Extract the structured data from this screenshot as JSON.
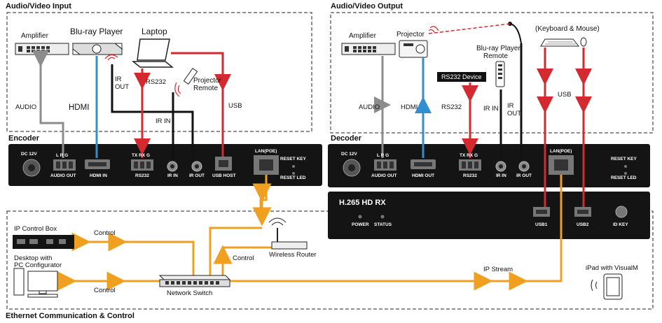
{
  "sections": {
    "av_input": "Audio/Video Input",
    "av_output": "Audio/Video Output",
    "encoder": "Encoder",
    "decoder": "Decoder",
    "ethernet": "Ethernet Communication & Control"
  },
  "input_devices": {
    "amplifier": "Amplifier",
    "bluray": "Blu-ray Player",
    "laptop": "Laptop",
    "projector_remote": [
      "Projector",
      "Remote"
    ]
  },
  "output_devices": {
    "amplifier": "Amplifier",
    "projector": "Projector",
    "bluray_remote": [
      "Blu-ray Player",
      "Remote"
    ],
    "keyboard_mouse": "(Keyboard & Mouse)",
    "rs232_device": "RS232 Device"
  },
  "input_signals": {
    "audio": "AUDIO",
    "hdmi": "HDMI",
    "ir_out": [
      "IR",
      "OUT"
    ],
    "rs232": "RS232",
    "ir_in": "IR IN",
    "usb": "USB"
  },
  "output_signals": {
    "audio": "AUDIO",
    "hdmi": "HDMI",
    "rs232": "RS232",
    "ir_in": "IR IN",
    "ir_out": [
      "IR",
      "OUT"
    ],
    "usb": "USB"
  },
  "encoder_ports": {
    "dc": "DC 12V",
    "audio_lrg": "L  R  G",
    "audio_out": "AUDIO OUT",
    "hdmi_in": "HDMI IN",
    "rs232_txrxg": "TX RX  G",
    "rs232": "RS232",
    "ir_in": "IR IN",
    "ir_out": "IR OUT",
    "usb_host": "USB HOST",
    "lan": "LAN(POE)",
    "reset_key": "RESET KEY",
    "reset_led": "RESET LED"
  },
  "decoder_ports": {
    "dc": "DC 12V",
    "audio_lrg": "L  R  G",
    "audio_out": "AUDIO OUT",
    "hdmi_out": "HDMI OUT",
    "rs232_txrxg": "TX RX  G",
    "rs232": "RS232",
    "ir_in": "IR IN",
    "ir_out": "IR OUT",
    "lan": "LAN(POE)",
    "reset_key": "RESET KEY",
    "reset_led": "RESET LED"
  },
  "decoder_front": {
    "title": "H.265 HD RX",
    "power": "POWER",
    "status": "STATUS",
    "usb1": "USB1",
    "usb2": "USB2",
    "id_key": "ID KEY"
  },
  "network": {
    "ip_control_box": "IP Control Box",
    "desktop": [
      "Desktop with",
      "PC Configurator"
    ],
    "network_switch": "Network Switch",
    "wireless_router": "Wireless Router",
    "control_1": "Control",
    "control_2": "Control",
    "control_3": "Control",
    "ip_stream": "IP Stream",
    "ipad": "iPad with VisualM"
  },
  "colors": {
    "audio": "#8c8c8c",
    "hdmi": "#2f8fd0",
    "rs232": "#d42a2f",
    "ir": "#111111",
    "usb": "#d42a2f",
    "network": "#f0a020",
    "panel": "#141414"
  }
}
